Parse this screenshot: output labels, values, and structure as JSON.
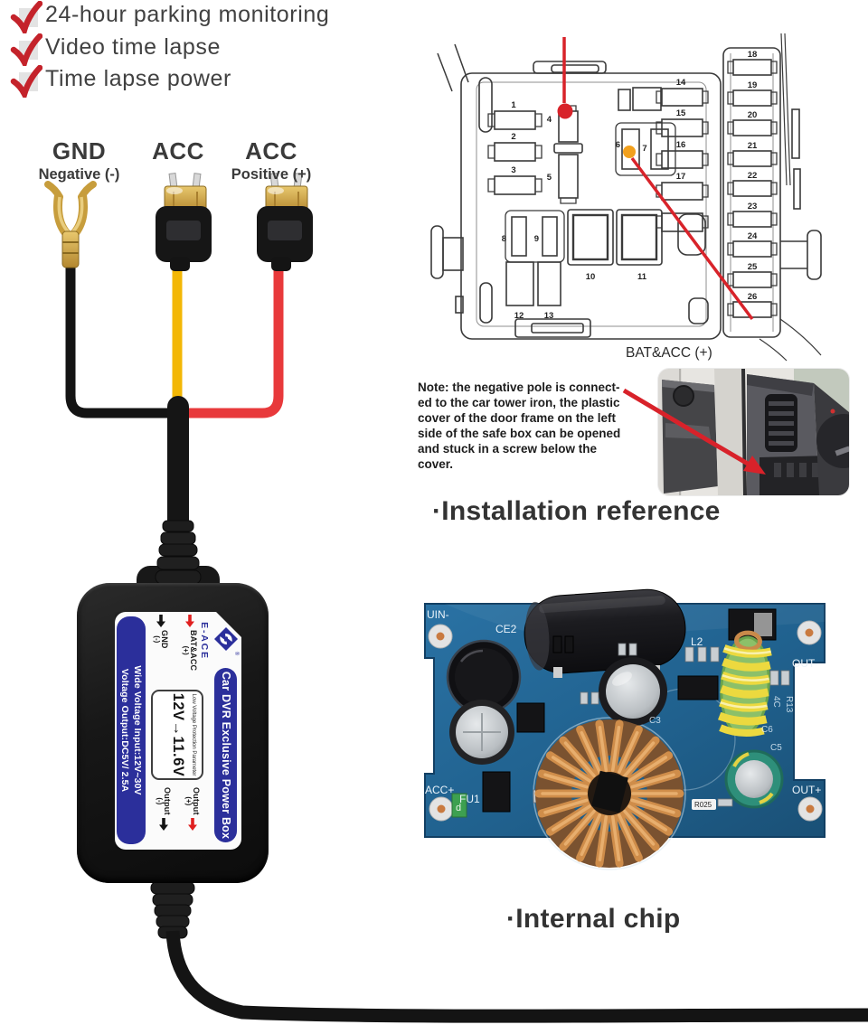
{
  "features": {
    "items": [
      "24-hour parking monitoring",
      "Video time lapse",
      "Time lapse power"
    ]
  },
  "wiring": {
    "gnd": {
      "label": "GND",
      "sub": "Negative (-)"
    },
    "acc_mid": {
      "label": "ACC"
    },
    "acc_right": {
      "label": "ACC",
      "sub": "Positive (+)"
    }
  },
  "fusebox": {
    "fuse_numbers": [
      "1",
      "2",
      "3",
      "4",
      "5",
      "6",
      "7",
      "8",
      "9",
      "10",
      "11",
      "12",
      "13",
      "14",
      "15",
      "16",
      "17",
      "18",
      "19",
      "20",
      "21",
      "22",
      "23",
      "24",
      "25",
      "26"
    ],
    "callout": "BAT&ACC (+)"
  },
  "note": {
    "text": "Note: the negative pole is connect-\ned to the car tower iron, the plastic\ncover of the door frame on the left\nside of the safe box can be opened\nand stuck in a screw below the\ncover."
  },
  "sections": {
    "installation_heading": "·Installation reference",
    "internal_heading": "·Internal chip"
  },
  "device": {
    "brand": "E-ACE",
    "reg": "®",
    "product_name": "Car DVR Exclusive Power Box",
    "spec": "Wide Voltage Input:12V~30V\nVoltage Output:DC5V/ 2.5A",
    "protection_caption": "Low Voltage Protection Parameter",
    "protection_value": "12V→11.6V",
    "port_bat": "BAT&ACC",
    "port_bat_sign": "(+)",
    "port_gnd": "GND",
    "port_gnd_sign": "(-)",
    "port_out_pos": "Output",
    "port_out_pos_sign": "(+)",
    "port_out_neg": "Output",
    "port_out_neg_sign": "(-)"
  },
  "pcb": {
    "labels": {
      "uin": "UIN-",
      "ce2": "CE2",
      "l2": "L2",
      "out_neg": "OUT-",
      "acc": "ACC+",
      "fu1": "FU1",
      "out_pos": "OUT+",
      "c3": "C3",
      "c6": "C6",
      "c5": "C5",
      "r13": "R13",
      "c4": "4C",
      "r025": "R025",
      "fuse_d": "d"
    }
  },
  "colors": {
    "accent_red": "#c8232c",
    "wire_red": "#e8393b",
    "wire_yellow": "#f3b705",
    "label_blue": "#2b2f9b",
    "pcb_blue": "#20618e"
  }
}
